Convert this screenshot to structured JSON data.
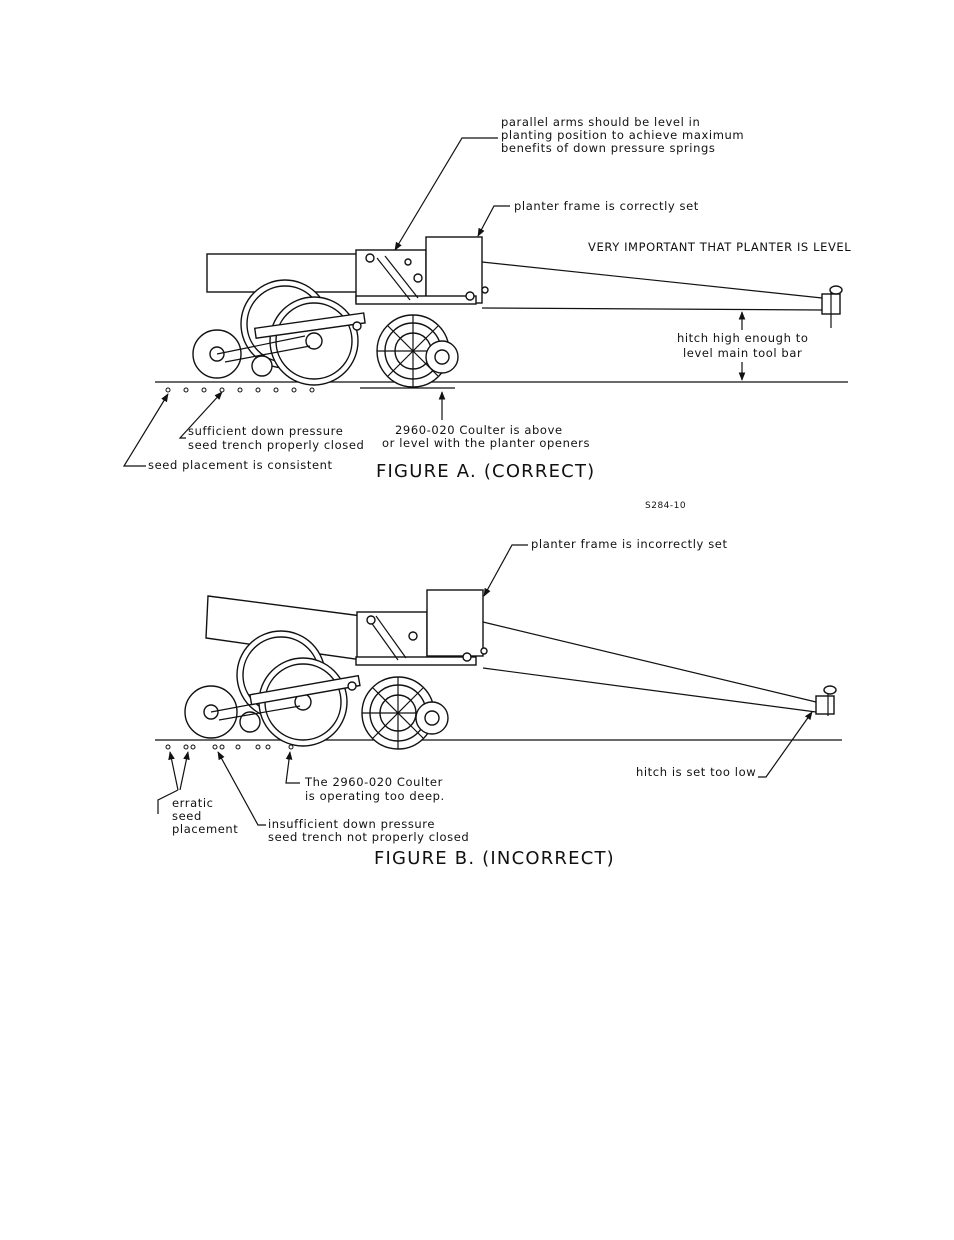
{
  "figure_a": {
    "callout_parallel_arms": [
      "parallel arms should be level in",
      "planting position to achieve maximum",
      "benefits of down pressure springs"
    ],
    "callout_frame": "planter frame is correctly set",
    "callout_level": "VERY IMPORTANT THAT PLANTER IS LEVEL",
    "callout_hitch": [
      "hitch high enough to",
      "level main tool bar"
    ],
    "callout_pressure": [
      "sufficient down pressure",
      "seed trench properly closed"
    ],
    "callout_coulter": [
      "2960-020 Coulter is above",
      "or level with the planter openers"
    ],
    "callout_seed": "seed placement is consistent",
    "caption": "FIGURE A. (CORRECT)"
  },
  "drawing_code": "S284-10",
  "figure_b": {
    "callout_frame": "planter frame is incorrectly set",
    "callout_coulter": [
      "The 2960-020 Coulter",
      "is operating too deep."
    ],
    "callout_hitch": "hitch is set too low",
    "callout_seed": [
      "erratic",
      "seed",
      "placement"
    ],
    "callout_pressure": [
      "insufficient down pressure",
      "seed trench not properly closed"
    ],
    "caption": "FIGURE B. (INCORRECT)"
  }
}
